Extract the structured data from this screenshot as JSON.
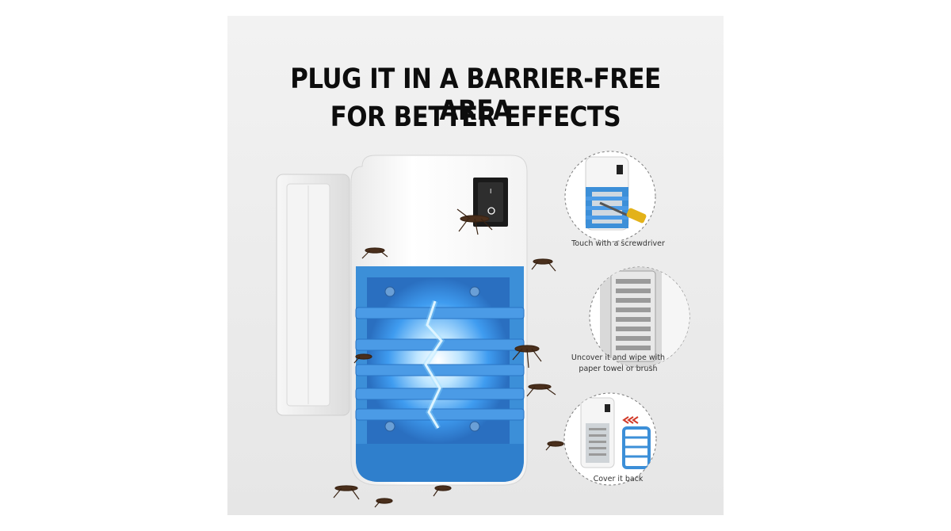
{
  "headline": {
    "line1": "PLUG IT IN A BARRIER-FREE AREA",
    "line2": "FOR BETTER EFFECTS"
  },
  "steps": [
    {
      "caption": "Touch with a screwdriver"
    },
    {
      "caption_line1": "Uncover it and wipe with",
      "caption_line2": "paper towel or brush"
    },
    {
      "caption": "Cover it back"
    }
  ],
  "colors": {
    "background": "#e8e8e8",
    "device_body": "#ffffff",
    "cover_blue": "#3c8fd8",
    "grid_glow": "#5ab8ff",
    "headline": "#0d0d0d"
  },
  "icons": [
    "mosquito-icon",
    "rocker-switch-icon",
    "screwdriver-icon",
    "arrow-left-icon"
  ]
}
